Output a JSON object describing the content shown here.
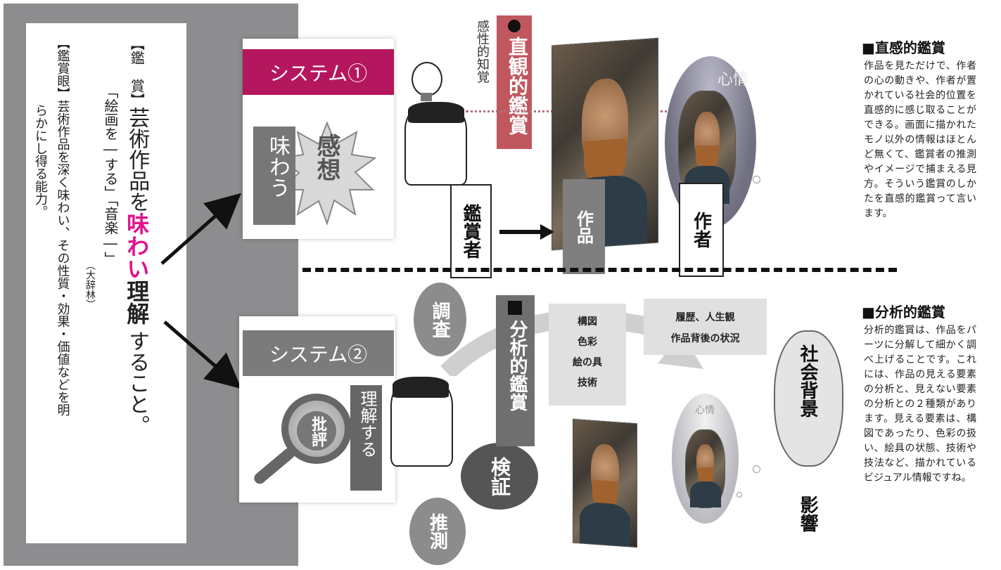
{
  "definition": {
    "headword": "【鑑　賞】",
    "line1_pre": "芸術作品を",
    "line1_accent": "味わい",
    "line1_post1": "理解",
    "line1_post2": "すること。",
    "example": "「絵画を―する」「音楽―」",
    "source": "（大辞林）",
    "eye_label": "【鑑賞眼】",
    "eye_text1": "芸術作品を深く味わい、その性質・効果・価値などを明",
    "eye_text2": "らかにし得る能力。",
    "accent_color": "#e0138c"
  },
  "system1": {
    "title": "システム①",
    "feeling": "感想",
    "taste": "味わう",
    "perception": "感性的知覚",
    "mode": "直観的鑑賞",
    "viewer": "鑑賞者",
    "work": "作品",
    "author": "作者",
    "mind": "心情",
    "title_color": "#b5175e"
  },
  "system2": {
    "title": "システム②",
    "critique": "批評",
    "understand": "理解する",
    "mode": "分析的鑑賞",
    "investigate": "調査",
    "verify": "検証",
    "infer": "推測",
    "visible_items": [
      "構図",
      "色彩",
      "絵の具",
      "技術"
    ],
    "invisible_items": [
      "履歴、人生観",
      "作品背後の状況"
    ],
    "social": "社会背景",
    "influence": "影響",
    "mind": "心情"
  },
  "side": {
    "intuitive_title": "■直感的鑑賞",
    "intuitive_body": "作品を見ただけで、作者の心の動きや、作者が置かれている社会的位置を直感的に感じ取ることができる。画面に描かれたモノ以外の情報はほとんど無くて、鑑賞者の推測やイメージで捕まえる見方。そういう鑑賞のしかたを直感的鑑賞って言います。",
    "analytic_title": "■分析的鑑賞",
    "analytic_body": "分析的鑑賞は、作品をパーツに分解して細かく調べ上げることです。これには、作品の見える要素の分析と、見えない要素の分析との２種類があります。見える要素は、構図であったり、色彩の扱い、絵具の状態、技術や技法など、描かれているビジュアル情報ですね。"
  }
}
